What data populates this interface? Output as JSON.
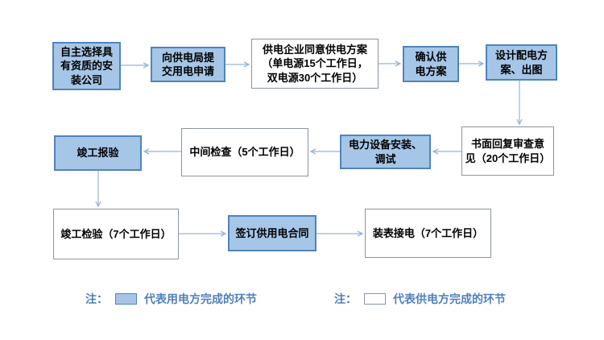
{
  "diagram": {
    "description": "Electric power supply application process flowchart",
    "nodes": [
      {
        "id": "choose-installer",
        "label": "自主选择具\n有资质的安\n装公司",
        "party": "consumer"
      },
      {
        "id": "submit-application",
        "label": "向供电局提\n交用电申请",
        "party": "consumer"
      },
      {
        "id": "utility-approves-plan",
        "label": "供电企业同意供电方案\n（单电源15个工作日，\n双电源30个工作日）",
        "party": "supplier"
      },
      {
        "id": "confirm-plan",
        "label": "确认供\n电方案",
        "party": "consumer"
      },
      {
        "id": "design-distribution",
        "label": "设计配电方\n案、出图",
        "party": "consumer"
      },
      {
        "id": "written-review-reply",
        "label": "书面回复审查意\n见（20个工作日）",
        "party": "supplier"
      },
      {
        "id": "equipment-installation",
        "label": "电力设备安装、\n调试",
        "party": "consumer"
      },
      {
        "id": "interim-inspection",
        "label": "中间检查（5个工作日）",
        "party": "supplier"
      },
      {
        "id": "completion-report",
        "label": "竣工报验",
        "party": "consumer"
      },
      {
        "id": "completion-inspection",
        "label": "竣工检验（7个工作日）",
        "party": "supplier"
      },
      {
        "id": "sign-supply-contract",
        "label": "签订供用电合同",
        "party": "consumer"
      },
      {
        "id": "meter-and-connect",
        "label": "装表接电（7个工作日）",
        "party": "supplier"
      }
    ],
    "legend": [
      {
        "prefix": "注：",
        "swatch": "consumer",
        "text": "代表用电方完成的环节"
      },
      {
        "prefix": "注：",
        "swatch": "supplier",
        "text": "代表供电方完成的环节"
      }
    ],
    "colors": {
      "consumer_fill": "#A6C6E7",
      "consumer_border": "#5083BE",
      "supplier_fill": "#FFFFFF",
      "supplier_border": "#8A94A0",
      "arrow": "#96B5D8",
      "legend_text": "#4F81BD",
      "node_text": "#000000",
      "background": "#FFFFFF"
    }
  }
}
